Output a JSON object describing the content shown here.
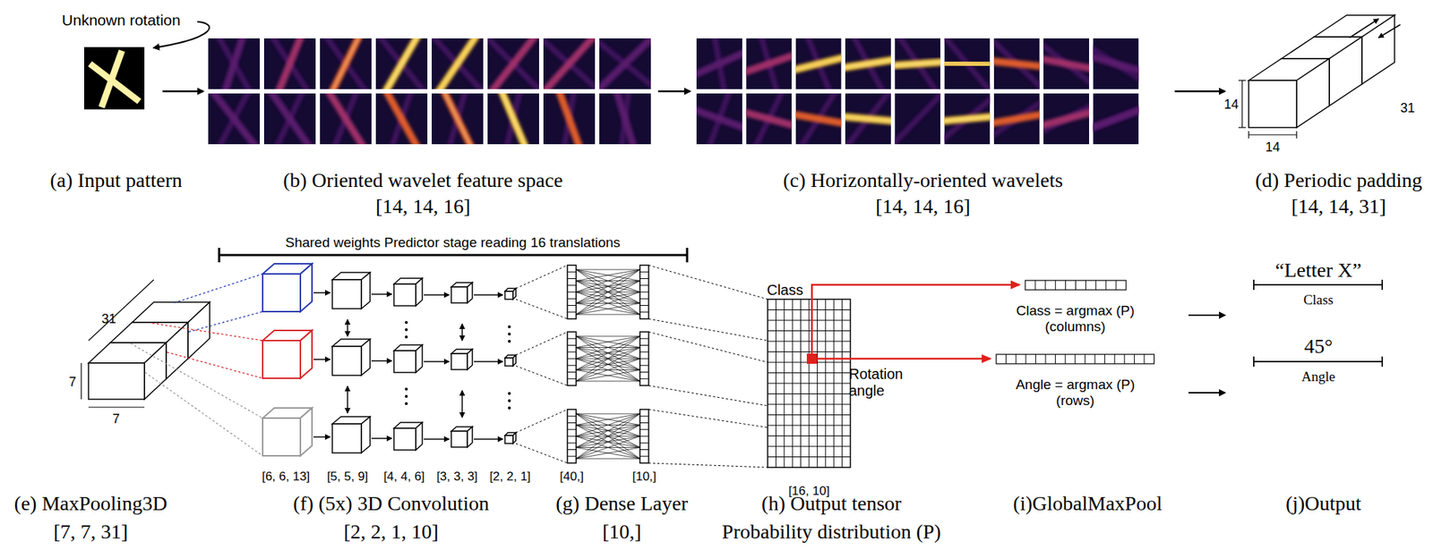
{
  "diagram": {
    "labels": [
      "Unknown rotation",
      "(a) Input pattern",
      "(b) Oriented wavelet feature space",
      "[14, 14, 16]",
      "(c) Horizontally-oriented wavelets",
      "[14, 14, 16]",
      "(d) Periodic padding",
      "[14, 14, 31]",
      "14",
      "14",
      "31",
      "Shared weights Predictor stage reading 16 translations",
      "31",
      "7",
      "7",
      "[6, 6, 13]",
      "[5, 5, 9]",
      "[4, 4, 6]",
      "[3, 3, 3]",
      "[2, 2, 1]",
      "[40,]",
      "[10,]",
      "Class",
      "Rotation angle",
      "[16, 10]",
      "Class = argmax (P) (columns)",
      "Angle = argmax (P) (rows)",
      "“Letter X”",
      "Class",
      "45°",
      "Angle",
      "(e) MaxPooling3D",
      "[7, 7, 31]",
      "(f) (5x) 3D Convolution",
      "[2, 2, 1, 10]",
      "(g) Dense Layer",
      "[10,]",
      "(h) Output tensor",
      "Probability distribution (P)",
      "(i)GlobalMaxPool",
      "(j)Output"
    ]
  }
}
